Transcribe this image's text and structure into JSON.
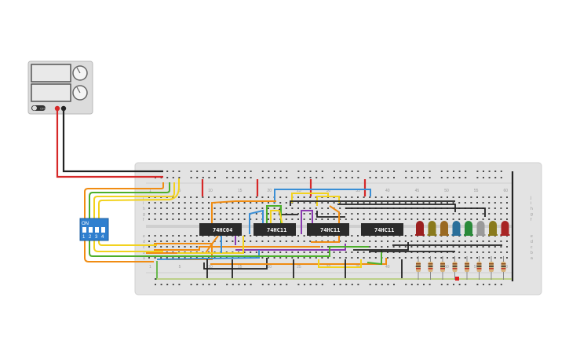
{
  "power_supply": {
    "off_label": "OFF",
    "on_label": "ON"
  },
  "dip_switch": {
    "on_label": "ON",
    "numbers": [
      "1",
      "2",
      "3",
      "4"
    ]
  },
  "chips": [
    {
      "label": "74HC04"
    },
    {
      "label": "74HC11"
    },
    {
      "label": "74HC11"
    },
    {
      "label": "74HC11"
    }
  ],
  "breadboard": {
    "row_letters_top": [
      "j",
      "i",
      "h",
      "g",
      "f"
    ],
    "row_letters_bottom": [
      "e",
      "d",
      "c",
      "b",
      "a"
    ],
    "column_numbers": [
      "1",
      "5",
      "10",
      "15",
      "20",
      "25",
      "30",
      "35",
      "40",
      "45",
      "50",
      "55",
      "60"
    ]
  },
  "leds": {
    "colors": [
      "#9b1f1f",
      "#8a7a1c",
      "#9a6a22",
      "#2a6f9a",
      "#2a8a3a",
      "#9a9a9a",
      "#8a7a1c",
      "#a82424"
    ]
  },
  "colors": {
    "board": "#e3e3e3",
    "wire_red": "#d62828",
    "wire_black": "#222222",
    "wire_orange": "#f08c12",
    "wire_yellow": "#f2d21e",
    "wire_green": "#4caf2a",
    "wire_blue": "#3a8fd6",
    "wire_purple": "#8a3ab0",
    "chip": "#2b2b2b",
    "dip": "#2f7fcf"
  }
}
